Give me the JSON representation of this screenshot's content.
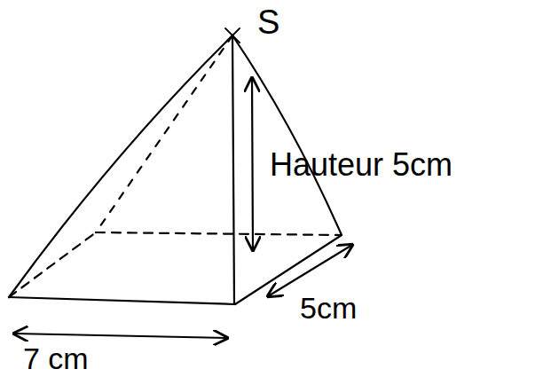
{
  "diagram": {
    "labels": [
      "S",
      "Hauteur 5cm",
      "7 cm",
      "5cm"
    ]
  }
}
